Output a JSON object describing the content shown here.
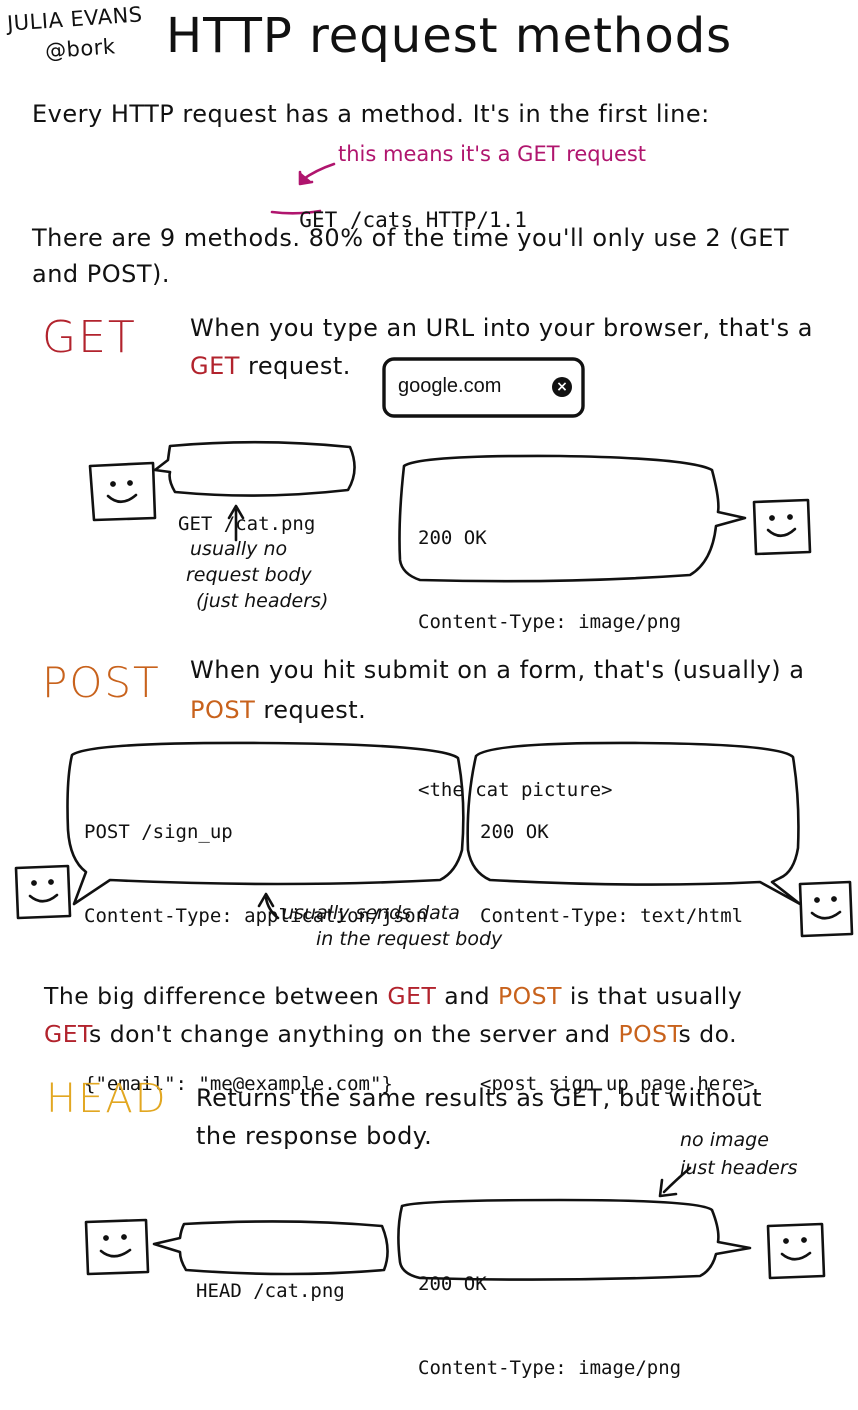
{
  "author": {
    "name": "JULIA EVANS",
    "handle": "@bork"
  },
  "title": "HTTP request methods",
  "intro": {
    "line1": "Every HTTP request has a method. It's in the first line:",
    "annotation": "this means it's a GET request",
    "request_method": "GET",
    "request_rest": " /cats HTTP/1.1",
    "line2": "There are 9 methods. 80% of the time you'll only use 2 (GET",
    "line3": "and POST)."
  },
  "colors": {
    "get": "#b2232d",
    "post": "#c8621c",
    "head": "#e2a721",
    "note": "#b0156e"
  },
  "get_section": {
    "heading": "GET",
    "desc_line1": "When you type an URL into your browser, that's a",
    "desc_keyword": "GET",
    "desc_line2_rest": " request.",
    "url_bar": {
      "value": "google.com",
      "clear_icon": "clear-circle-x-icon"
    },
    "request_lines": [
      "GET /cat.png"
    ],
    "response_lines": [
      "200 OK",
      "Content-Type: image/png",
      "",
      "<the cat picture>"
    ],
    "note_lines": [
      "usually no",
      "request body",
      "(just headers)"
    ]
  },
  "post_section": {
    "heading": "POST",
    "desc_line1": "When you hit submit on a form, that's (usually) a",
    "desc_keyword": "POST",
    "desc_line2_rest": " request.",
    "request_lines": [
      "POST /sign_up",
      "Content-Type: application/json",
      "",
      "{\"email\": \"me@example.com\"}"
    ],
    "response_lines": [
      "200 OK",
      "Content-Type: text/html",
      "",
      "<post sign up page here>"
    ],
    "note_lines": [
      "usually sends data",
      "in the request body"
    ]
  },
  "difference": {
    "p1": "The big difference between ",
    "get": "GET",
    "p2": " and ",
    "post": "POST",
    "p3": " is that usually",
    "get2": "GET",
    "p4": "s don't change anything on the server and ",
    "post2": "POST",
    "p5": "s do."
  },
  "head_section": {
    "heading": "HEAD",
    "desc_line1": "Returns the same results as GET, but without",
    "desc_line2": "the response body.",
    "note_lines": [
      "no image",
      "just headers"
    ],
    "request_lines": [
      "HEAD /cat.png"
    ],
    "response_lines": [
      "200 OK",
      "Content-Type: image/png"
    ]
  }
}
